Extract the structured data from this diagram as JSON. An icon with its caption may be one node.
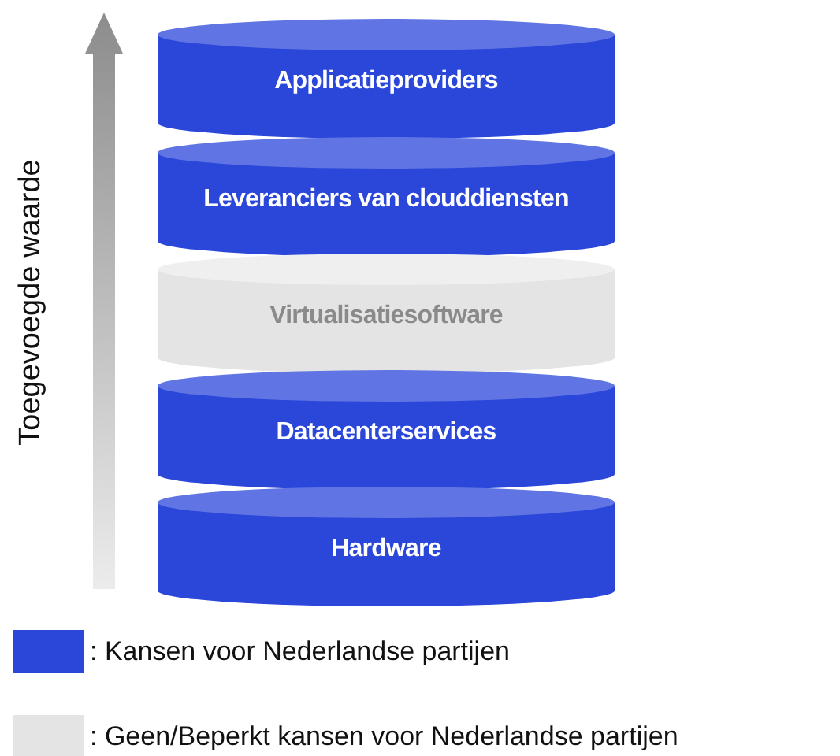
{
  "diagram": {
    "nodes": [
      {
        "text": [
          "Applicatieproviders"
        ]
      },
      {
        "text": [
          "Leveranciers van clouddiensten"
        ]
      },
      {
        "text": [
          "Virtualisatiesoftware"
        ]
      },
      {
        "text": [
          "Datacenterservices"
        ]
      },
      {
        "text": [
          "Hardware"
        ]
      }
    ],
    "labels": [
      "Toegevoegde waarde"
    ],
    "legend": [
      {
        "text": ": Kansen voor Nederlandse partijen",
        "color": "#2b47d9"
      },
      {
        "text": ": Geen/Beperkt kansen voor Nederlandse partijen",
        "color": "#e4e4e4"
      }
    ]
  }
}
